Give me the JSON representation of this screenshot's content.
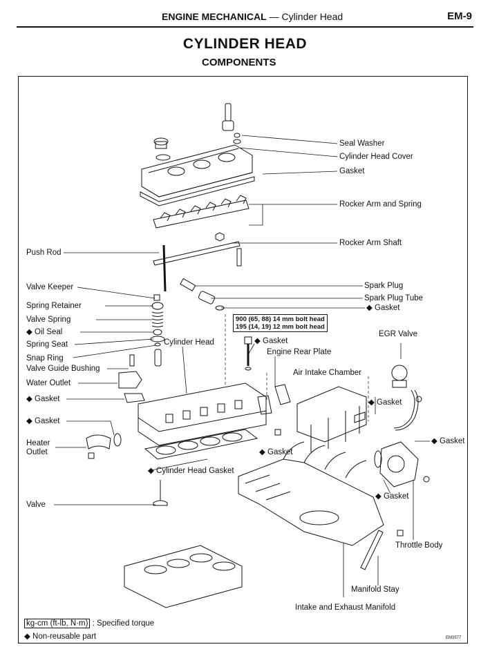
{
  "header": {
    "section": "ENGINE MECHANICAL",
    "separator": " — ",
    "subsection": "Cylinder Head",
    "page": "EM-9"
  },
  "title": "CYLINDER HEAD",
  "subtitle": "COMPONENTS",
  "labels": {
    "seal_washer": "Seal Washer",
    "cylinder_head_cover": "Cylinder Head Cover",
    "gasket_cover": "Gasket",
    "rocker_arm_spring": "Rocker Arm and Spring",
    "rocker_arm_shaft": "Rocker Arm Shaft",
    "push_rod": "Push Rod",
    "valve_keeper": "Valve Keeper",
    "spark_plug": "Spark Plug",
    "spark_plug_tube": "Spark Plug Tube",
    "gasket_tube": "◆ Gasket",
    "spring_retainer": "Spring Retainer",
    "valve_spring": "Valve Spring",
    "oil_seal": "◆ Oil Seal",
    "spring_seat": "Spring Seat",
    "snap_ring": "Snap Ring",
    "valve_guide_bushing": "Valve Guide Bushing",
    "cylinder_head": "Cylinder Head",
    "gasket_rear": "◆ Gasket",
    "engine_rear_plate": "Engine Rear Plate",
    "egr_valve": "EGR Valve",
    "air_intake_chamber": "Air Intake Chamber",
    "gasket_egr": "◆ Gasket",
    "water_outlet": "Water Outlet",
    "gasket_water": "◆  Gasket",
    "gasket_heater": "◆  Gasket",
    "heater_outlet_1": "Heater",
    "heater_outlet_2": "Outlet",
    "gasket_throttle_top": "◆ Gasket",
    "gasket_manifold": "◆ Gasket",
    "cylinder_head_gasket": "◆ Cylinder Head Gasket",
    "gasket_throttle_bottom": "◆ Gasket",
    "valve": "Valve",
    "throttle_body": "Throttle Body",
    "manifold_stay": "Manifold Stay",
    "intake_exhaust_manifold": "Intake and Exhaust Manifold"
  },
  "torque": {
    "line1": "900 (65, 88) 14 mm bolt head",
    "line2": "195 (14, 19) 12 mm bolt head"
  },
  "legend": {
    "torque_box": "kg-cm (ft-lb, N·m)",
    "torque_desc": ": Specified torque",
    "non_reusable": "◆ Non-reusable part"
  },
  "figure_code": "EM3577"
}
